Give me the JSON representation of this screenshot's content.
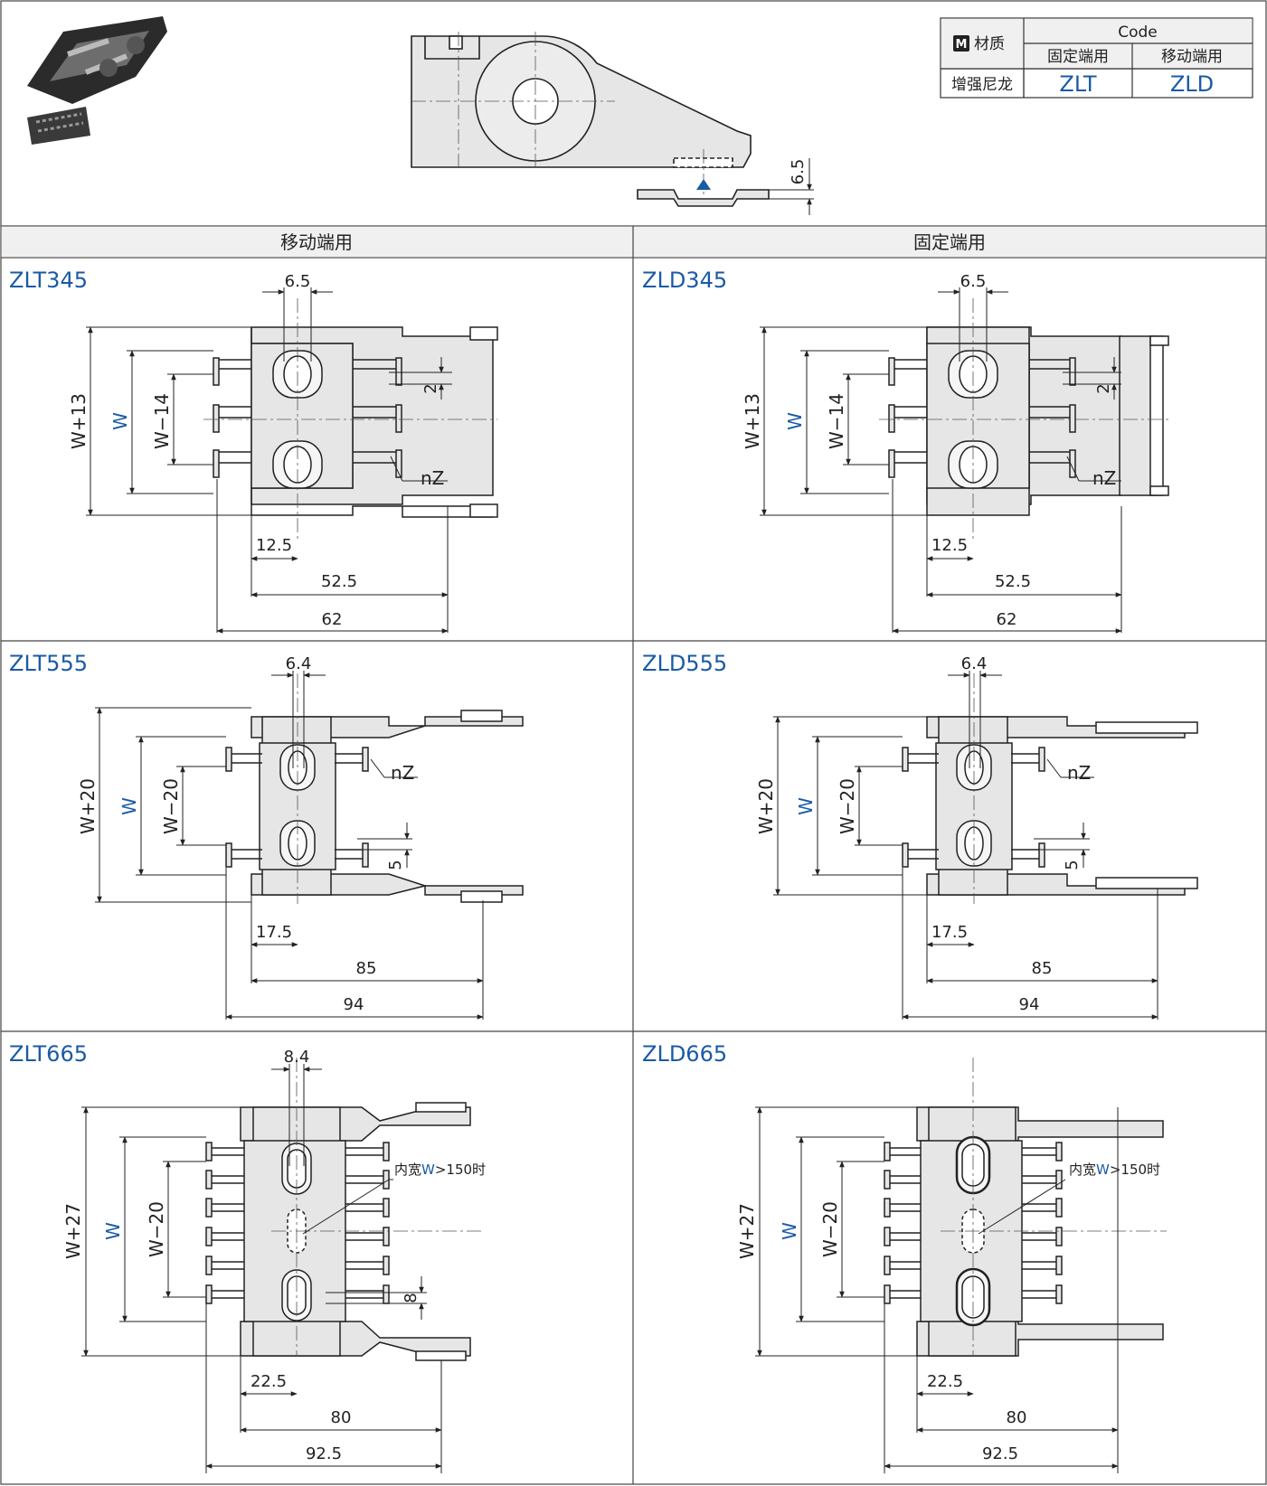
{
  "table": {
    "material_badge": "M",
    "material_header": "材质",
    "code_header": "Code",
    "fixed_end": "固定端用",
    "moving_end": "移动端用",
    "material_value": "增强尼龙",
    "code_fixed": "ZLT",
    "code_moving": "ZLD"
  },
  "top_figure": {
    "offset": "6.5"
  },
  "sections": {
    "left_header": "移动端用",
    "right_header": "固定端用"
  },
  "panels": {
    "zlt345": {
      "title": "ZLT345",
      "hole": "6.5",
      "h_total": "W+13",
      "h_w": "W",
      "h_inner": "W−14",
      "pitch": "2",
      "label_z": "nZ",
      "d1": "12.5",
      "d2": "52.5",
      "d3": "62"
    },
    "zld345": {
      "title": "ZLD345",
      "hole": "6.5",
      "h_total": "W+13",
      "h_w": "W",
      "h_inner": "W−14",
      "pitch": "2",
      "label_z": "nZ",
      "d1": "12.5",
      "d2": "52.5",
      "d3": "62"
    },
    "zlt555": {
      "title": "ZLT555",
      "hole": "6.4",
      "h_total": "W+20",
      "h_w": "W",
      "h_inner": "W−20",
      "pitch": "5",
      "label_z": "nZ",
      "d1": "17.5",
      "d2": "85",
      "d3": "94"
    },
    "zld555": {
      "title": "ZLD555",
      "hole": "6.4",
      "h_total": "W+20",
      "h_w": "W",
      "h_inner": "W−20",
      "pitch": "5",
      "label_z": "nZ",
      "d1": "17.5",
      "d2": "85",
      "d3": "94"
    },
    "zlt665": {
      "title": "ZLT665",
      "hole": "8.4",
      "h_total": "W+27",
      "h_w": "W",
      "h_inner": "W−20",
      "pitch": "8",
      "note_pre": "内宽",
      "note_w": "W",
      "note_post": ">150时",
      "d1": "22.5",
      "d2": "80",
      "d3": "92.5"
    },
    "zld665": {
      "title": "ZLD665",
      "h_total": "W+27",
      "h_w": "W",
      "h_inner": "W−20",
      "note_pre": "内宽",
      "note_w": "W",
      "note_post": ">150时",
      "d1": "22.5",
      "d2": "80",
      "d3": "92.5"
    }
  },
  "colors": {
    "accent": "#1a5aa6",
    "line": "#222222",
    "fill": "#e6e6e6",
    "header_bg": "#f0f0f0"
  }
}
